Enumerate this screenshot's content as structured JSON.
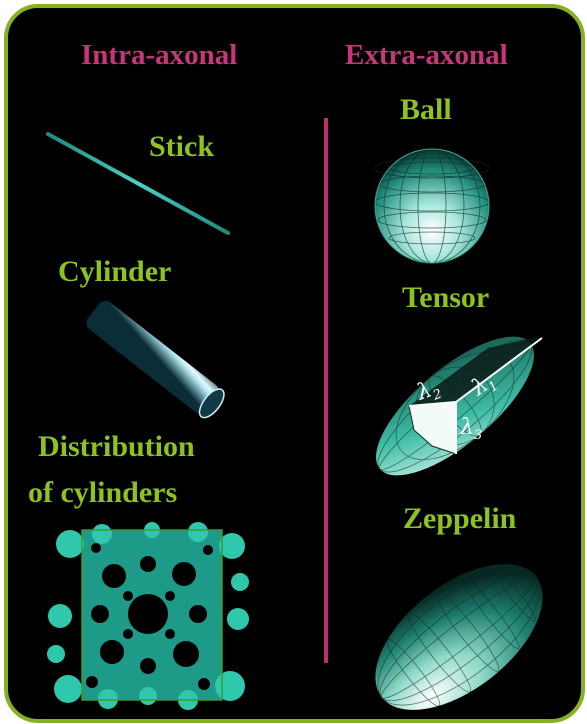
{
  "headers": {
    "intra": "Intra-axonal",
    "extra": "Extra-axonal"
  },
  "intra_models": {
    "stick": "Stick",
    "cylinder": "Cylinder",
    "distribution_line1": "Distribution",
    "distribution_line2": "of cylinders"
  },
  "extra_models": {
    "ball": "Ball",
    "tensor": "Tensor",
    "zeppelin": "Zeppelin"
  },
  "tensor_axes": {
    "l1": "λ",
    "l1_sub": "1",
    "l2": "λ",
    "l2_sub": "2",
    "l3": "λ",
    "l3_sub": "3"
  },
  "colors": {
    "background": "#000000",
    "border": "#86b21f",
    "header_text": "#c8357a",
    "model_text": "#8cc31f",
    "divider": "#b8306f",
    "shape_teal": "#2fbfa2"
  }
}
